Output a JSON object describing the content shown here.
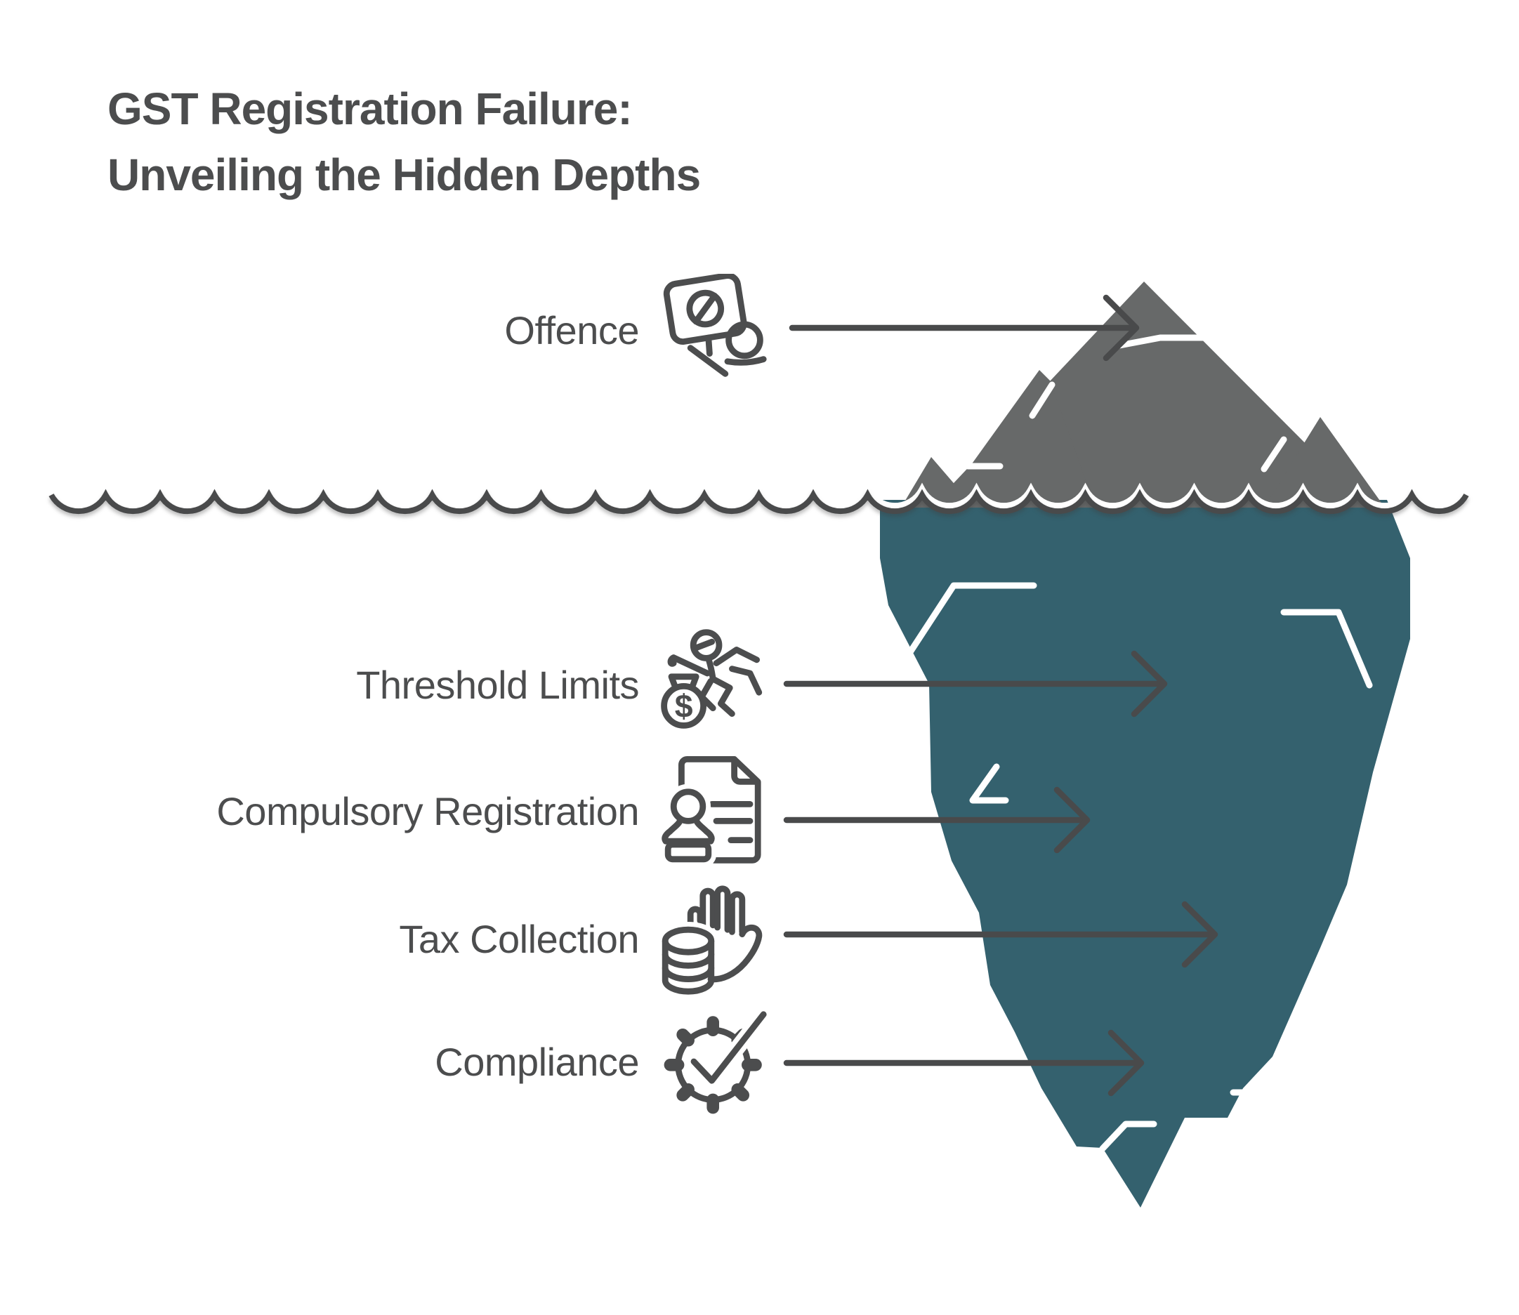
{
  "title": {
    "line1": "GST Registration Failure:",
    "line2": "Unveiling the Hidden Depths"
  },
  "rows": [
    {
      "label": "Offence",
      "icon": "no-entry-sign-person-icon"
    },
    {
      "label": "Threshold Limits",
      "icon": "money-bag-runner-icon"
    },
    {
      "label": "Compulsory Registration",
      "icon": "stamp-document-icon"
    },
    {
      "label": "Tax Collection",
      "icon": "hand-over-coins-icon"
    },
    {
      "label": "Compliance",
      "icon": "gear-checkmark-icon"
    }
  ],
  "colors": {
    "background": "#ffffff",
    "text": "#4c4d4e",
    "line_and_arrows": "#494a4b",
    "iceberg_above_water": "#676969",
    "iceberg_below_water": "#34616e",
    "accent_lines": "#ffffff"
  }
}
